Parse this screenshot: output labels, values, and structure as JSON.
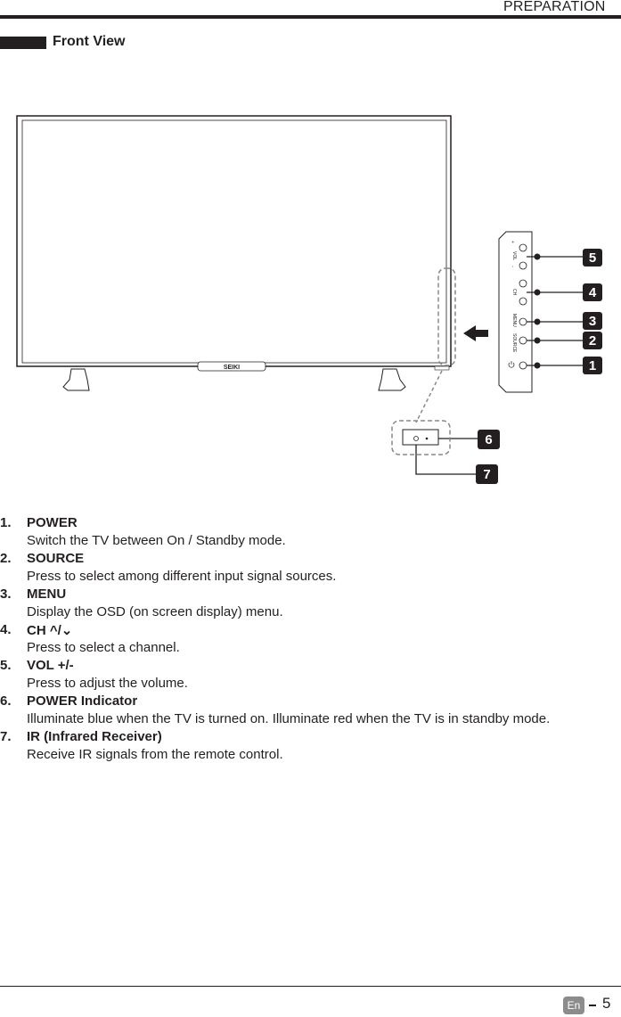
{
  "page": {
    "section_header": "PREPARATION",
    "section_title": "Front View",
    "language_badge": "En",
    "page_number": "5"
  },
  "diagram": {
    "brand": "SEIKI",
    "button_labels": [
      "VOL",
      "+",
      "-",
      "CH",
      "MENU",
      "SOURCE"
    ],
    "callouts": [
      "1",
      "2",
      "3",
      "4",
      "5",
      "6",
      "7"
    ]
  },
  "items": [
    {
      "number": "1.",
      "title": "POWER",
      "description": "Switch the TV between On / Standby mode."
    },
    {
      "number": "2.",
      "title": "SOURCE",
      "description": "Press to select among different input signal sources."
    },
    {
      "number": "3.",
      "title": "MENU",
      "description": "Display the OSD (on screen display) menu."
    },
    {
      "number": "4.",
      "title": "CH  ^/⌄",
      "description": "Press to select a channel."
    },
    {
      "number": "5.",
      "title": "VOL +/-",
      "description": "Press to adjust the volume."
    },
    {
      "number": "6.",
      "title": "POWER Indicator",
      "description": "Illuminate blue when the TV is turned on. Illuminate red when the TV is in standby mode."
    },
    {
      "number": "7.",
      "title": "IR (Infrared Receiver)",
      "description": "Receive IR signals from the remote control."
    }
  ]
}
